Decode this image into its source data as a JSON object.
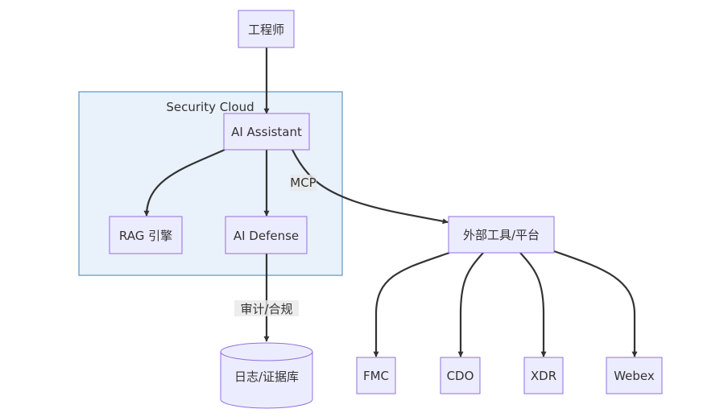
{
  "diagram": {
    "type": "flowchart",
    "colors": {
      "node_fill": "#ECECFF",
      "node_stroke": "#9370DB",
      "subgraph_fill": "#E9F1FB",
      "subgraph_stroke": "#6C9BC8",
      "edge": "#333333",
      "label_bg": "#E8E8E8",
      "text": "#333333"
    },
    "subgraph": {
      "title": "Security Cloud"
    },
    "nodes": {
      "engineer": "工程师",
      "assistant": "AI Assistant",
      "rag": "RAG 引擎",
      "defense": "AI Defense",
      "external": "外部工具/平台",
      "logdb": "日志/证据库",
      "fmc": "FMC",
      "cdo": "CDO",
      "xdr": "XDR",
      "webex": "Webex"
    },
    "edges": [
      {
        "from": "engineer",
        "to": "assistant",
        "label": ""
      },
      {
        "from": "assistant",
        "to": "rag",
        "label": ""
      },
      {
        "from": "assistant",
        "to": "defense",
        "label": ""
      },
      {
        "from": "assistant",
        "to": "external",
        "label": "MCP"
      },
      {
        "from": "defense",
        "to": "logdb",
        "label": "审计/合规"
      },
      {
        "from": "external",
        "to": "fmc",
        "label": ""
      },
      {
        "from": "external",
        "to": "cdo",
        "label": ""
      },
      {
        "from": "external",
        "to": "xdr",
        "label": ""
      },
      {
        "from": "external",
        "to": "webex",
        "label": ""
      }
    ],
    "edge_labels": {
      "mcp": "MCP",
      "audit": "审计/合规"
    }
  }
}
